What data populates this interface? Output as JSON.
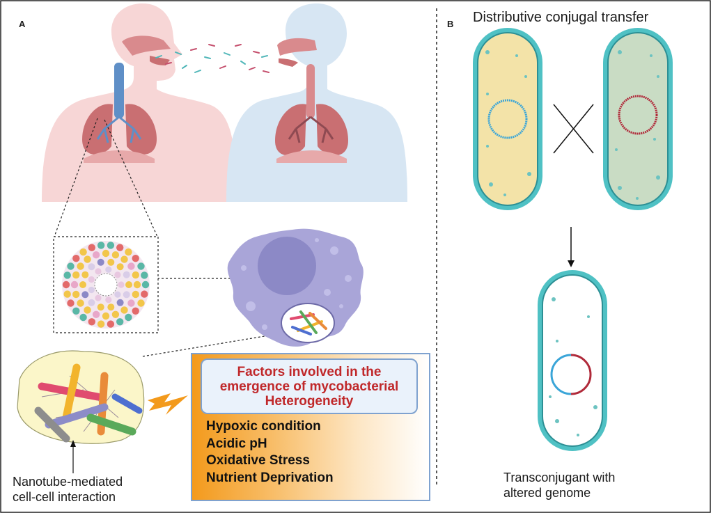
{
  "panel_a": {
    "letter": "A",
    "nanotube_label": [
      "Nanotube-mediated",
      "cell-cell interaction"
    ],
    "factors": {
      "title_lines": [
        "Factors involved in the",
        "emergence of mycobacterial",
        "Heterogeneity"
      ],
      "items": [
        "Hypoxic condition",
        "Acidic pH",
        "Oxidative Stress",
        "Nutrient Deprivation"
      ]
    }
  },
  "panel_b": {
    "letter": "B",
    "title": "Distributive conjugal transfer",
    "result_label": [
      "Transconjugant with",
      "altered genome"
    ]
  },
  "colors": {
    "pink_body": "#f7d6d6",
    "blue_body": "#d7e6f3",
    "lung": "#c96f72",
    "trachea": "#5f8fc7",
    "macrophage": "#a9a5d8",
    "nucleus": "#8c89c6",
    "cell_wall": "#4fc1c4",
    "yellow_cytoplasm": "#f3e3a8",
    "green_cytoplasm": "#c9dcc4",
    "blue_plasmid": "#3aa5d8",
    "red_plasmid": "#b02a3a",
    "factors_title": "#c0282a",
    "box_border": "#7fa2cf",
    "orange": "#f39a1c"
  }
}
